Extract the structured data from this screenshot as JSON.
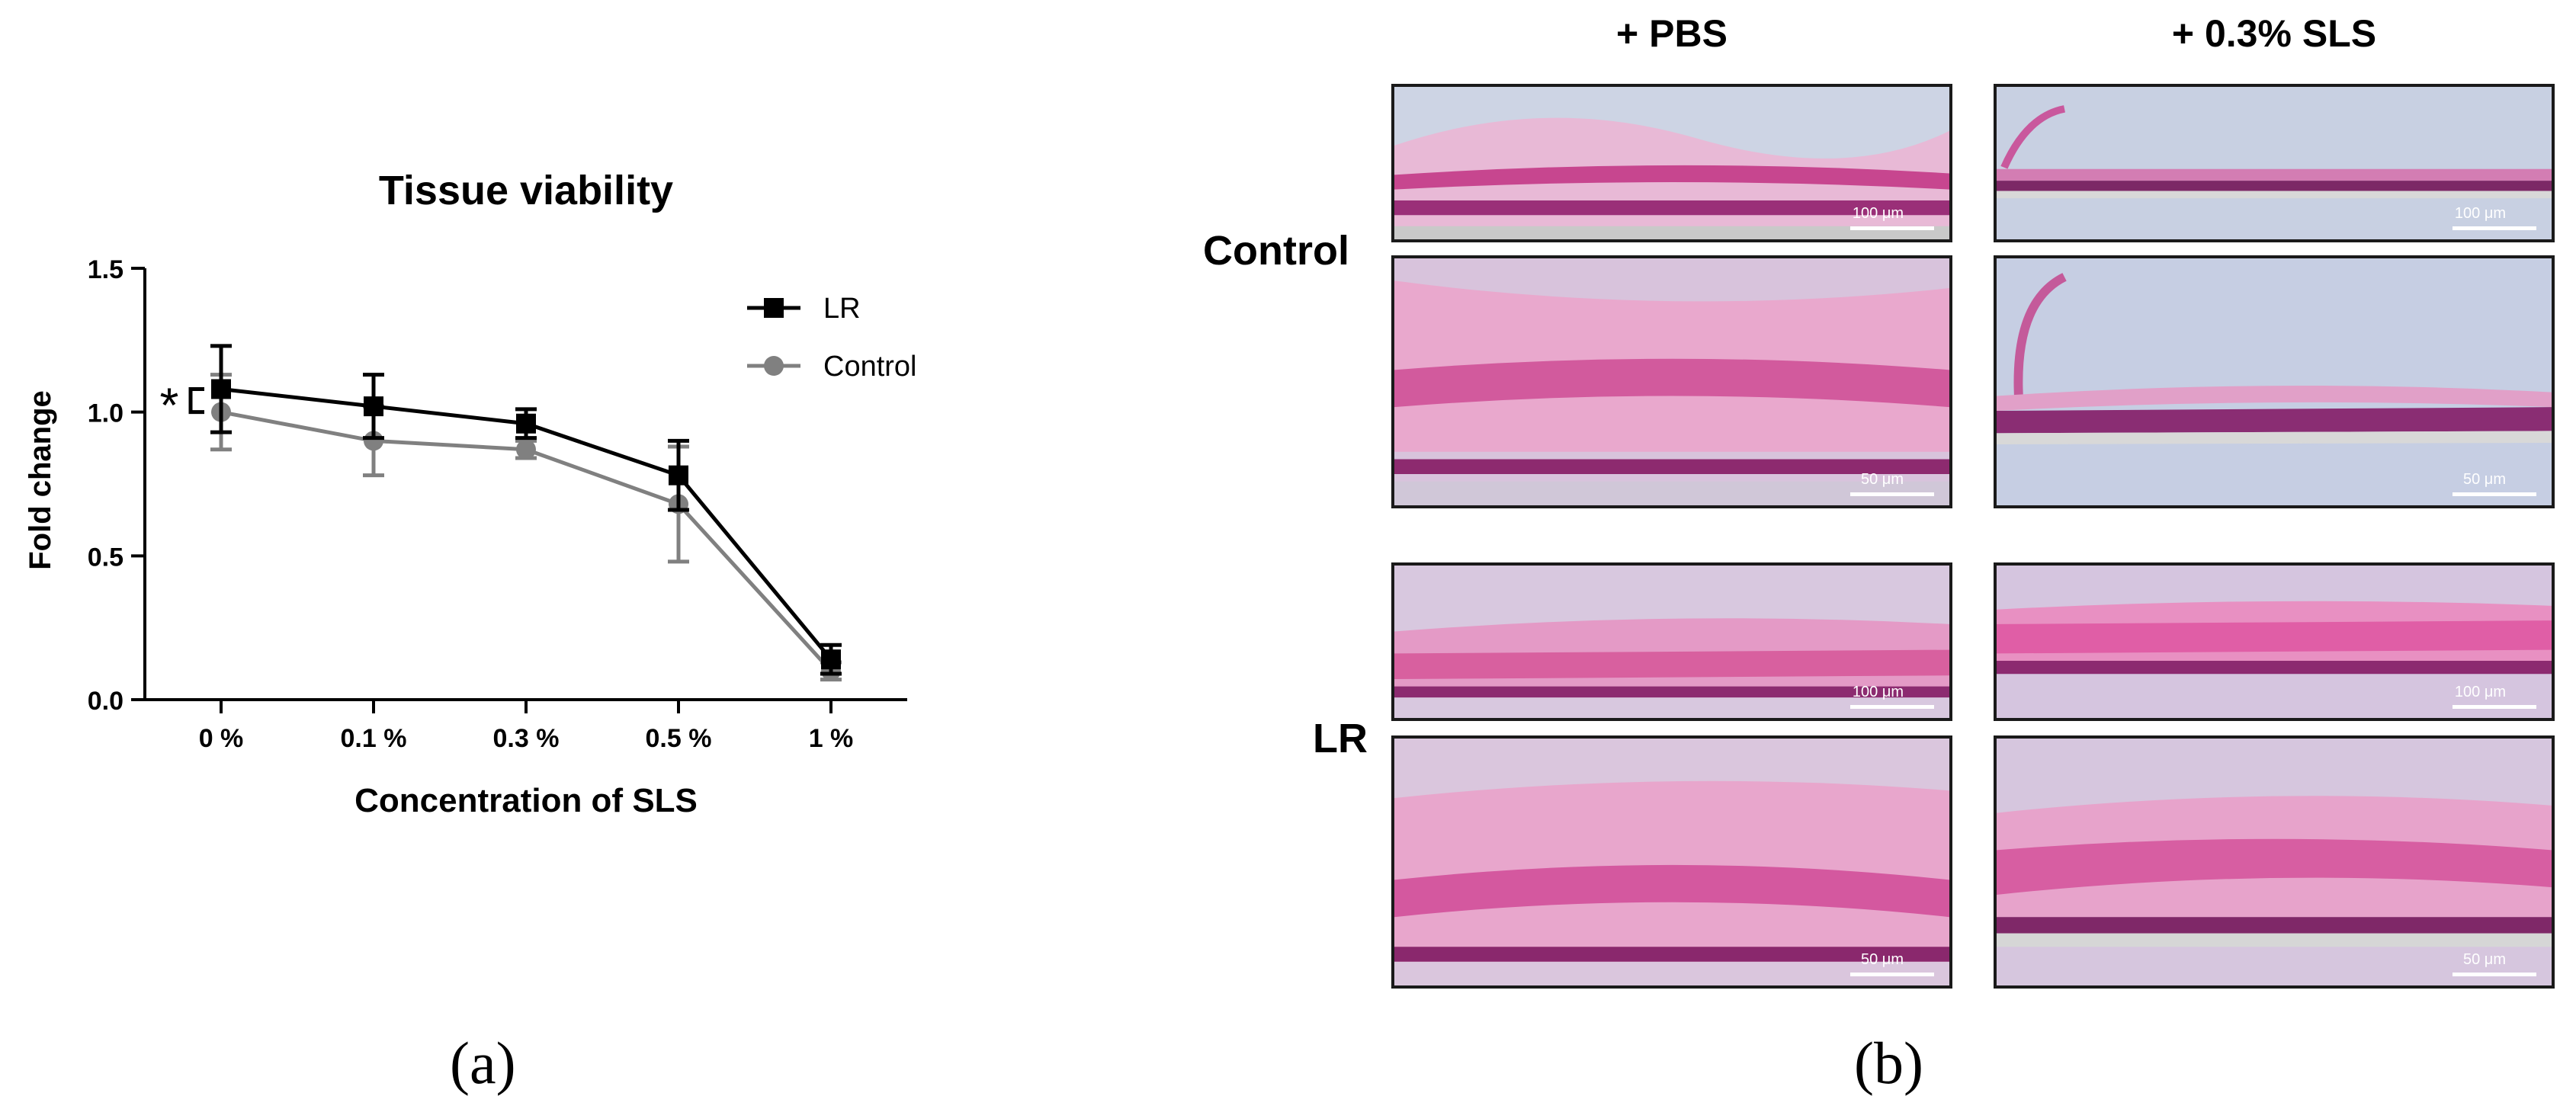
{
  "chart_data": {
    "type": "line",
    "title": "Tissue viability",
    "xlabel": "Concentration of SLS",
    "ylabel": "Fold change",
    "categories": [
      "0 %",
      "0.1 %",
      "0.3 %",
      "0.5 %",
      "1 %"
    ],
    "ylim": [
      0,
      1.5
    ],
    "yticks": [
      "0.0",
      "0.5",
      "1.0",
      "1.5"
    ],
    "legend_position": "top-right",
    "series": [
      {
        "name": "LR",
        "color": "#000000",
        "marker": "square",
        "values": [
          1.08,
          1.02,
          0.96,
          0.78,
          0.14
        ],
        "errors": [
          0.15,
          0.11,
          0.05,
          0.12,
          0.05
        ]
      },
      {
        "name": "Control",
        "color": "#808080",
        "marker": "circle",
        "values": [
          1.0,
          0.9,
          0.87,
          0.68,
          0.1
        ],
        "errors": [
          0.13,
          0.12,
          0.03,
          0.2,
          0.03
        ]
      }
    ],
    "annotation": "*"
  },
  "panels": {
    "a": "(a)",
    "b": "(b)"
  },
  "histology": {
    "columns": [
      "+ PBS",
      "+ 0.3% SLS"
    ],
    "rows": [
      "Control",
      "LR"
    ],
    "scale_labels": {
      "large": "100 μm",
      "small": "50 μm"
    }
  }
}
